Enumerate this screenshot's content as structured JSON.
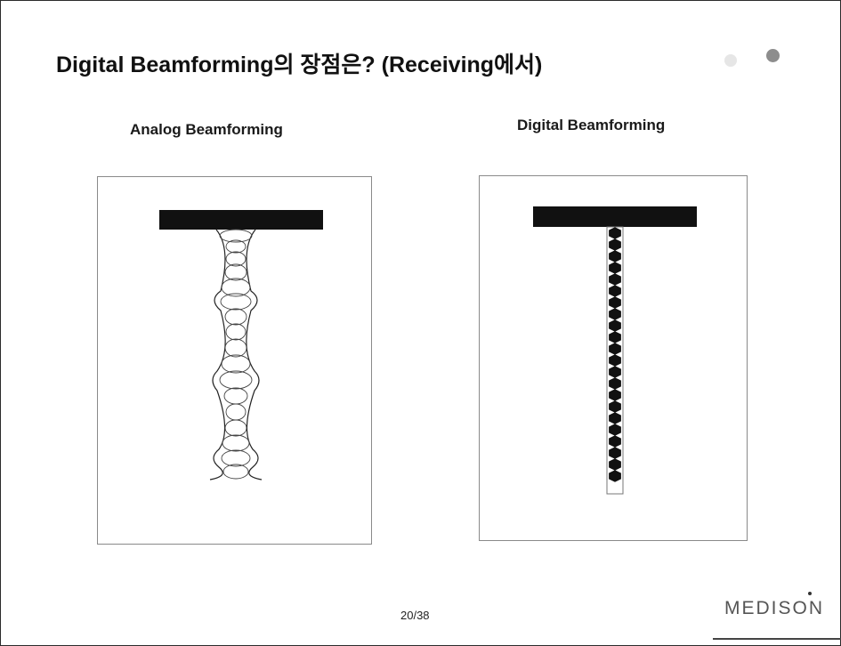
{
  "slide": {
    "title": "Digital Beamforming의 장점은? (Receiving에서)",
    "page_number": "20/38",
    "logo": "MEDISON"
  },
  "panels": {
    "analog": {
      "label": "Analog Beamforming"
    },
    "digital": {
      "label": "Digital Beamforming"
    }
  },
  "colors": {
    "transducer": "#111111",
    "beam_line": "#222222",
    "focal_fill": "#111111",
    "panel_border": "#8a8a8a"
  }
}
